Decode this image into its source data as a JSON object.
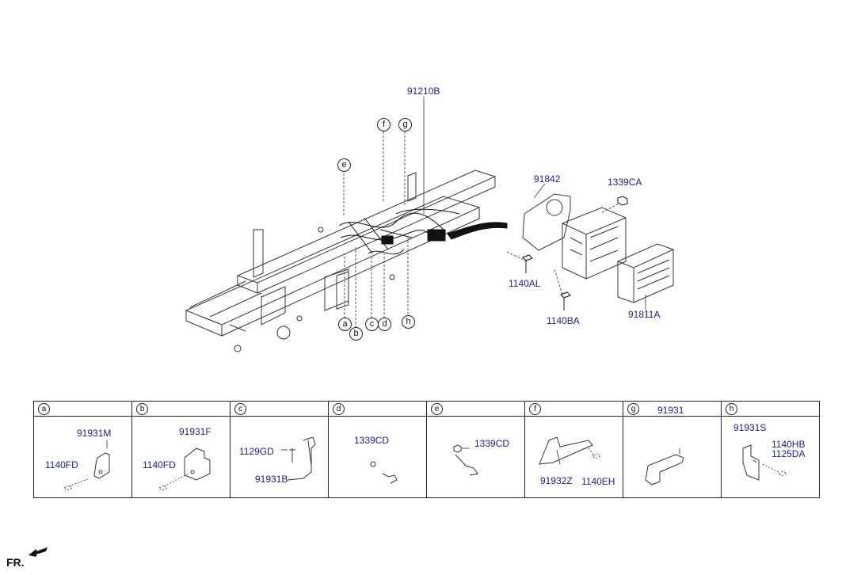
{
  "colors": {
    "label": "#1a1aa6",
    "line": "#222222",
    "background": "#ffffff"
  },
  "main": {
    "part_labels": {
      "p91210B": "91210B",
      "p91842": "91842",
      "p1339CA": "1339CA",
      "p1140AL": "1140AL",
      "p1140BA": "1140BA",
      "p91811A": "91811A"
    },
    "callouts": {
      "a": "a",
      "b": "b",
      "c": "c",
      "d": "d",
      "e": "e",
      "f": "f",
      "g": "g",
      "h": "h"
    }
  },
  "table": {
    "headers": [
      "a",
      "b",
      "c",
      "d",
      "e",
      "f",
      "g",
      "h"
    ],
    "a": {
      "l1": "91931M",
      "l2": "1140FD"
    },
    "b": {
      "l1": "91931F",
      "l2": "1140FD"
    },
    "c": {
      "l1": "1129GD",
      "l2": "91931B"
    },
    "d": {
      "l1": "1339CD"
    },
    "e": {
      "l1": "1339CD"
    },
    "f": {
      "l1": "91932Z",
      "l2": "1140EH"
    },
    "g": {
      "l1": "91931"
    },
    "h": {
      "l1": "91931S",
      "l2": "1140HB",
      "l3": "1125DA"
    }
  },
  "footer": {
    "direction": "FR."
  }
}
